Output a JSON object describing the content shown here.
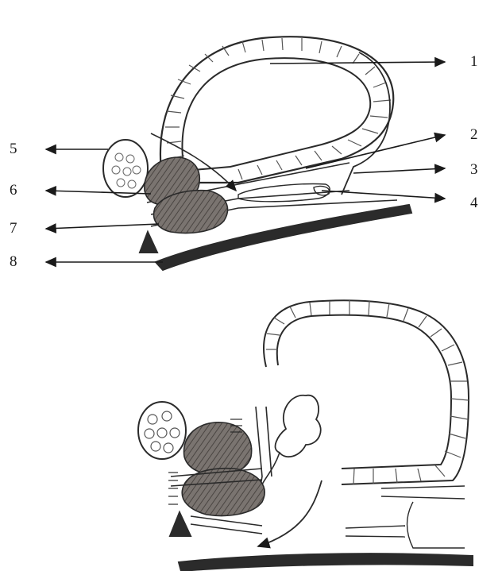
{
  "labels": {
    "l1": "1",
    "l2": "2",
    "l3": "3",
    "l4": "4",
    "l5": "5",
    "l6": "6",
    "l7": "7",
    "l8": "8"
  },
  "colors": {
    "ink": "#2a2a2a",
    "shade": "#6f6a66",
    "dark": "#2b2b2b"
  }
}
